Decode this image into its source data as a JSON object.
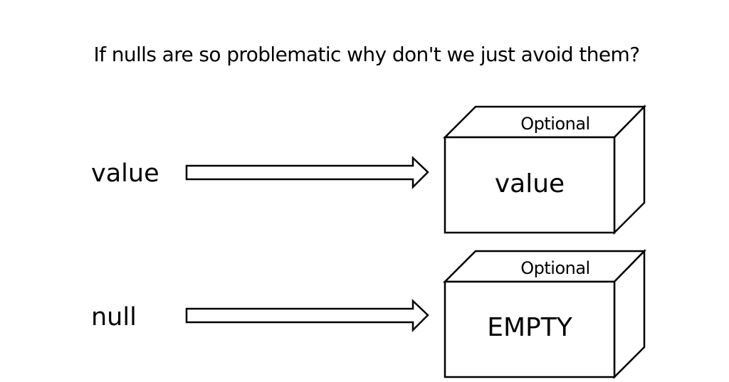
{
  "subtitle": "If nulls are so problematic why don't we just avoid them?",
  "rows": [
    {
      "input": "value",
      "box_label": "Optional",
      "box_content": "value"
    },
    {
      "input": "null",
      "box_label": "Optional",
      "box_content": "EMPTY"
    }
  ]
}
